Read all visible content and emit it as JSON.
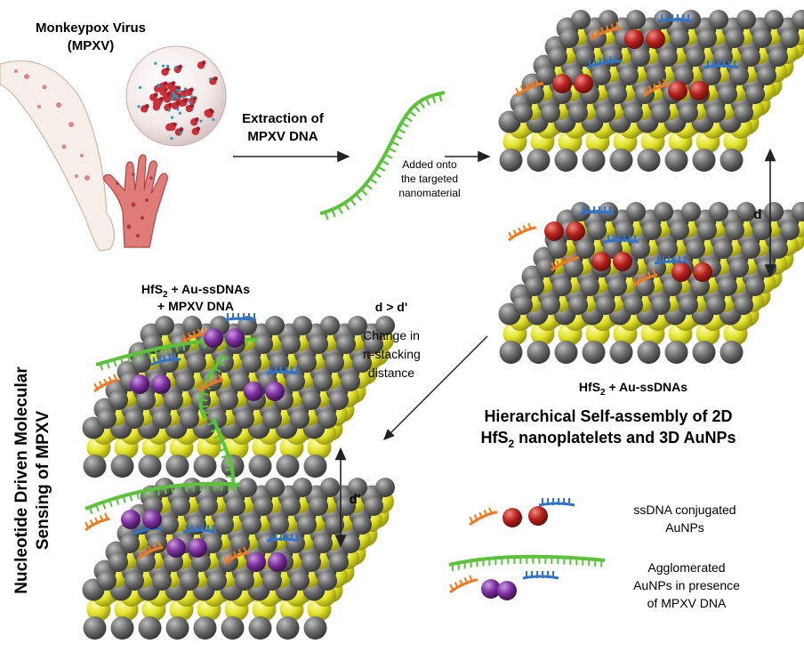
{
  "labels": {
    "virus_title_line1": "Monkeypox Virus",
    "virus_title_line2": "(MPXV)",
    "extraction_line1": "Extraction of",
    "extraction_line2": "MPXV DNA",
    "added_line1": "Added onto",
    "added_line2": "the targeted",
    "added_line3": "nanomaterial",
    "d_label": "d",
    "d_prime_label": "d'",
    "d_compare": "d > d'",
    "change_line1": "Change in",
    "change_line2": "π-stacking",
    "change_line3": "distance",
    "top_left_hfs_prefix": "HfS",
    "top_left_hfs_sub": "2",
    "top_left_line1_rest": " + Au-ssDNAs",
    "top_left_line2": "+ MPXV DNA",
    "right_hfs_prefix": "HfS",
    "right_hfs_sub": "2",
    "right_hfs_rest": " + Au-ssDNAs",
    "hier_line1": "Hierarchical Self-assembly of 2D",
    "hier_line2_prefix": "HfS",
    "hier_line2_sub": "2",
    "hier_line2_rest": " nanoplatelets and 3D AuNPs",
    "vertical_line1": "Nucleotide Driven Molecular",
    "vertical_line2": "Sensing of MPXV"
  },
  "legend": {
    "item1_line1": "ssDNA conjugated",
    "item1_line2": "AuNPs",
    "item2_line1": "Agglomerated",
    "item2_line2": "AuNPs in presence",
    "item2_line3": "of MPXV DNA"
  },
  "colors": {
    "hf_atom": "#6b6b6b",
    "s_atom": "#e6e62a",
    "aunp": "#b5211c",
    "aunp_agglomerated": "#7b2f9e",
    "ssdna_orange": "#f07a1e",
    "ssdna_blue": "#2f74c8",
    "mpxv_dna_green": "#5cc23a",
    "virus_red": "#c8303a",
    "skin": "#f3e3d6",
    "rash": "#d4555d"
  },
  "icons": [
    "virus-icon",
    "arm-icon",
    "hand-icon",
    "dna-strand-icon"
  ]
}
